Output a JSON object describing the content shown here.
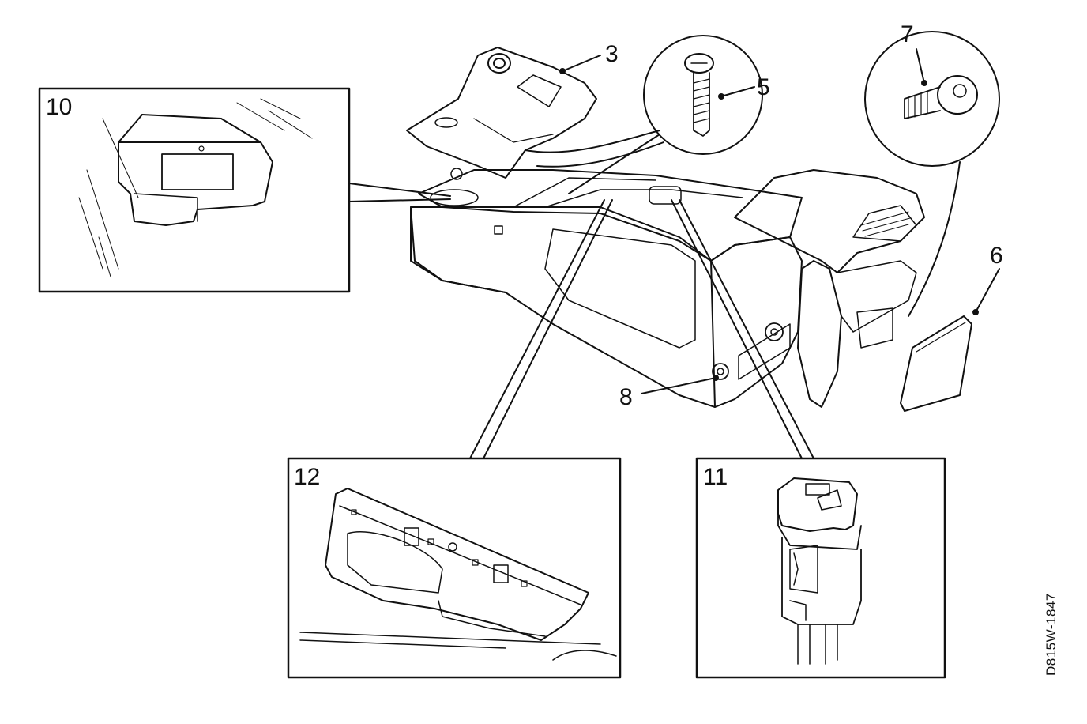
{
  "diagram": {
    "callouts": {
      "c3": "3",
      "c5": "5",
      "c6": "6",
      "c7": "7",
      "c8": "8"
    },
    "insets": {
      "i10": "10",
      "i11": "11",
      "i12": "12"
    },
    "drawing_ref": "D815W-1847",
    "colors": {
      "ink": "#111111",
      "paper": "#ffffff"
    }
  }
}
